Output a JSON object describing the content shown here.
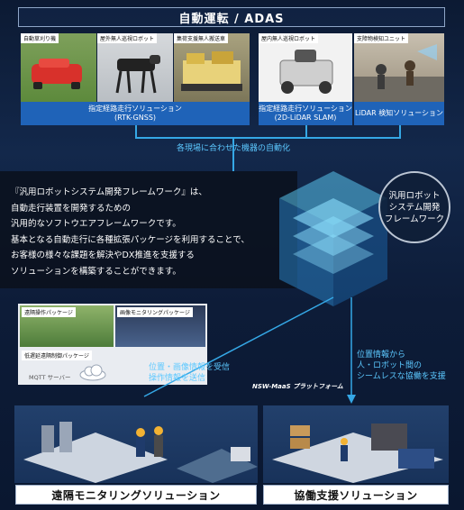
{
  "banner": {
    "title": "自動運転 / ADAS"
  },
  "photos": [
    {
      "label": "自動草刈り機"
    },
    {
      "label": "屋外無人巡視ロボット"
    },
    {
      "label": "集荷支援無人搬送車"
    },
    {
      "label": "屋内無人巡視ロボット"
    },
    {
      "label": "支障物検知ユニット"
    }
  ],
  "solutions": [
    {
      "line1": "指定経路走行ソリューション",
      "line2": "(RTK-GNSS)"
    },
    {
      "line1": "指定経路走行ソリューション",
      "line2": "(2D-LiDAR SLAM)"
    },
    {
      "line1": "LiDAR 検知ソリューション",
      "line2": ""
    }
  ],
  "automation_caption": "各現場に合わせた機器の自動化",
  "intro": {
    "lines": [
      "『汎用ロボットシステム開発フレームワーク』は、",
      "自動走行装置を開発するための",
      "汎用的なソフトウエアフレームワークです。",
      "基本となる自動走行に各種拡張パッケージを利用することで、",
      "お客様の様々な課題を解決やDX推進を支援する",
      "ソリューションを構築することができます。"
    ]
  },
  "badge": {
    "line1": "汎用ロボット",
    "line2": "システム開発",
    "line3": "フレームワーク"
  },
  "packages": {
    "remote": "遠隔操作パッケージ",
    "monitor": "画像モニタリングパッケージ",
    "lowlatency": "低遅延遠隔制御パッケージ",
    "mqtt": "MQTT サーバー"
  },
  "left_caption": {
    "line1": "位置・画像情報を受信",
    "line2": "操作情報を送信"
  },
  "right_caption": {
    "line1": "位置情報から",
    "line2": "人・ロボット間の",
    "line3": "シームレスな協働を支援"
  },
  "platform": {
    "name": "NSW-MaaS プラットフォーム"
  },
  "bottom": {
    "left": "遠隔モニタリングソリューション",
    "right": "協働支援ソリューション"
  },
  "colors": {
    "accent": "#35a8e6",
    "solution_box": "#1f63b8",
    "background": "#0c1a33"
  }
}
